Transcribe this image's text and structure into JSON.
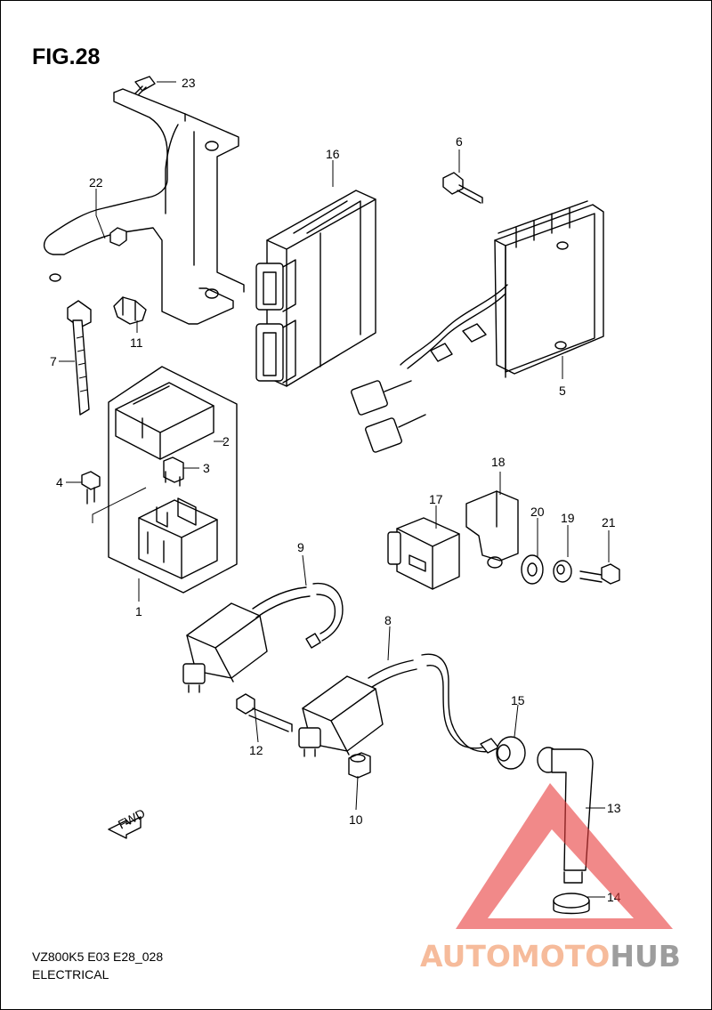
{
  "figure": {
    "title": "FIG.28"
  },
  "footer": {
    "model_code": "VZ800K5 E03 E28_028",
    "section": "ELECTRICAL"
  },
  "fwd_label": "FWD",
  "watermark": {
    "part1": "AUTOMOTO",
    "part2": "HUB",
    "color1": "#f5b08a",
    "color2": "#8c8c8c",
    "triangle_color": "#e83a3a"
  },
  "callouts": [
    {
      "id": "1",
      "label": "1"
    },
    {
      "id": "2",
      "label": "2"
    },
    {
      "id": "3",
      "label": "3"
    },
    {
      "id": "4",
      "label": "4"
    },
    {
      "id": "5",
      "label": "5"
    },
    {
      "id": "6",
      "label": "6"
    },
    {
      "id": "7",
      "label": "7"
    },
    {
      "id": "8",
      "label": "8"
    },
    {
      "id": "9",
      "label": "9"
    },
    {
      "id": "10",
      "label": "10"
    },
    {
      "id": "11",
      "label": "11"
    },
    {
      "id": "12",
      "label": "12"
    },
    {
      "id": "13",
      "label": "13"
    },
    {
      "id": "14",
      "label": "14"
    },
    {
      "id": "15",
      "label": "15"
    },
    {
      "id": "16",
      "label": "16"
    },
    {
      "id": "17",
      "label": "17"
    },
    {
      "id": "18",
      "label": "18"
    },
    {
      "id": "19",
      "label": "19"
    },
    {
      "id": "20",
      "label": "20"
    },
    {
      "id": "21",
      "label": "21"
    },
    {
      "id": "22",
      "label": "22"
    },
    {
      "id": "23",
      "label": "23"
    }
  ]
}
